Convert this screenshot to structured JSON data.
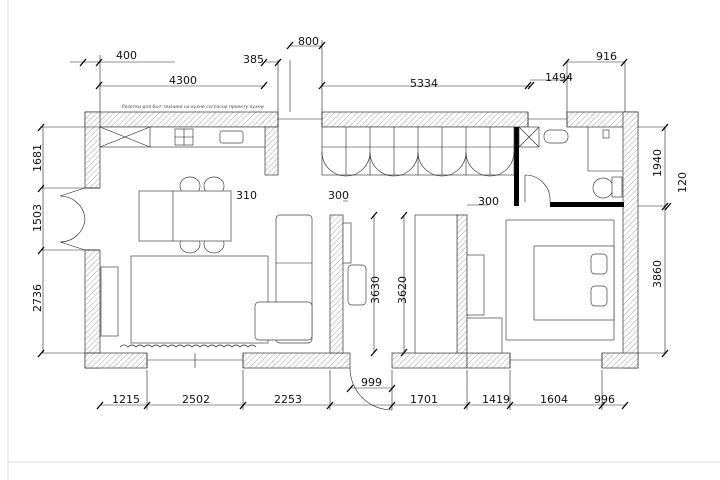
{
  "note": "Розетки для быт.техники на кухне согласно проекту кухни",
  "dimensions": {
    "top": {
      "d400": "400",
      "d385": "385",
      "d800": "800",
      "d4300": "4300",
      "d5334": "5334",
      "d1494": "1494",
      "d916": "916"
    },
    "left": {
      "d1681": "1681",
      "d1503": "1503",
      "d2736": "2736"
    },
    "right": {
      "d1940": "1940",
      "d120": "120",
      "d3860": "3860"
    },
    "interior": {
      "d310": "310",
      "d300a": "300",
      "d300b": "300",
      "d3630": "3630",
      "d3620": "3620"
    },
    "bottom": {
      "d999": "999",
      "d1215": "1215",
      "d2502": "2502",
      "d2253": "2253",
      "d1701": "1701",
      "d1419": "1419",
      "d1604": "1604",
      "d996": "996"
    }
  }
}
